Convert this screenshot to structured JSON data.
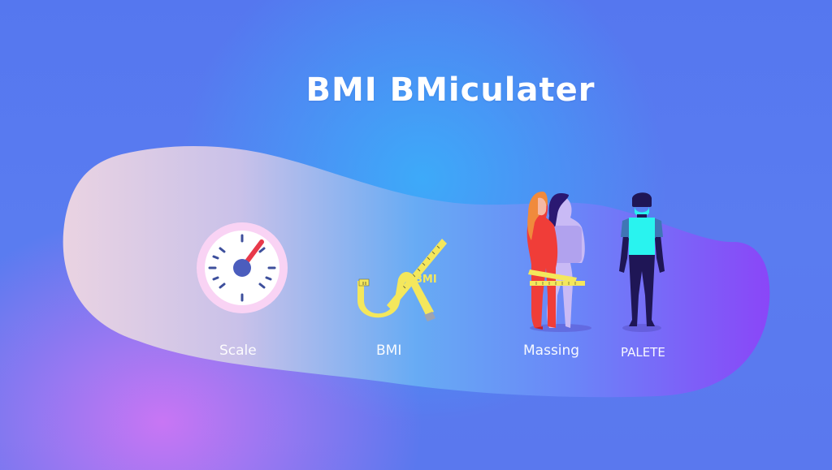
{
  "title": "BMI BMiculater",
  "features": [
    {
      "label": "Scale",
      "icon": "scale-gauge-icon"
    },
    {
      "label": "BMI",
      "icon": "measuring-tape-icon",
      "icon_text": "BMI"
    },
    {
      "label": "Massing",
      "icon": "women-measuring-icon"
    },
    {
      "label": "PALETE",
      "icon": "man-standing-icon"
    }
  ],
  "colors": {
    "background_blue": "#5577ef",
    "background_cyan": "#3aaffa",
    "background_pink": "#ce76f4",
    "blob_left": "#e6d3e6",
    "blob_mid": "#65a8f4",
    "blob_right": "#8b4cf7",
    "gauge_ring": "#f9d3f4",
    "gauge_needle": "#e8394a",
    "gauge_hub": "#4b5dbd",
    "tape_yellow": "#f4e75c",
    "woman1_dress": "#f03d38",
    "woman1_hair": "#f08a3c",
    "woman2_body": "#c9baf5",
    "woman2_hair": "#2a1872",
    "man_body": "#1f1656",
    "man_shirt": "#29f3ef"
  }
}
